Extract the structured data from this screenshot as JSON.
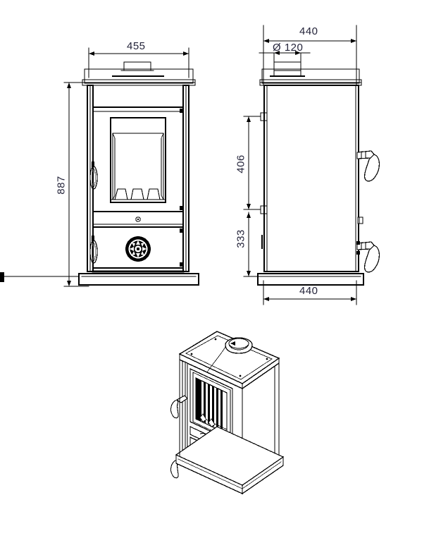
{
  "drawing": {
    "type": "technical-dimension-drawing",
    "subject": "wood-burning stove",
    "units": "mm",
    "background_color": "#ffffff",
    "line_color": "#000000",
    "text_color": "#24243a"
  },
  "views": {
    "front": {
      "name": "front-elevation",
      "dimensions": {
        "width": {
          "value": "455",
          "placement": "top",
          "orientation": "horizontal"
        },
        "height": {
          "value": "887",
          "placement": "left",
          "orientation": "vertical"
        }
      },
      "features": [
        "top-plate",
        "flue-collar",
        "firebox-door",
        "door-glass",
        "fire-grate",
        "ash-door",
        "rosette-air-vent",
        "door-handle-upper",
        "door-handle-lower",
        "base-plinth"
      ]
    },
    "side": {
      "name": "side-elevation",
      "dimensions": {
        "width_top": {
          "value": "440",
          "placement": "top",
          "orientation": "horizontal"
        },
        "flue_diameter": {
          "value": "Ø 120",
          "placement": "top",
          "orientation": "horizontal"
        },
        "height_upper": {
          "value": "406",
          "placement": "left",
          "orientation": "vertical"
        },
        "height_lower": {
          "value": "333",
          "placement": "left",
          "orientation": "vertical"
        },
        "width_bottom": {
          "value": "440",
          "placement": "bottom",
          "orientation": "horizontal"
        }
      },
      "features": [
        "top-plate",
        "flue-collar",
        "hinge-upper",
        "hinge-lower",
        "handle-upper",
        "handle-lower",
        "latch-plate",
        "base-plinth"
      ]
    },
    "isometric": {
      "name": "3d-perspective-view",
      "features": [
        "top-plate",
        "flue-collar",
        "firebox-door",
        "door-glass",
        "ash-door",
        "rosette-air-vent",
        "handle-upper",
        "handle-lower",
        "base-plinth"
      ]
    }
  }
}
